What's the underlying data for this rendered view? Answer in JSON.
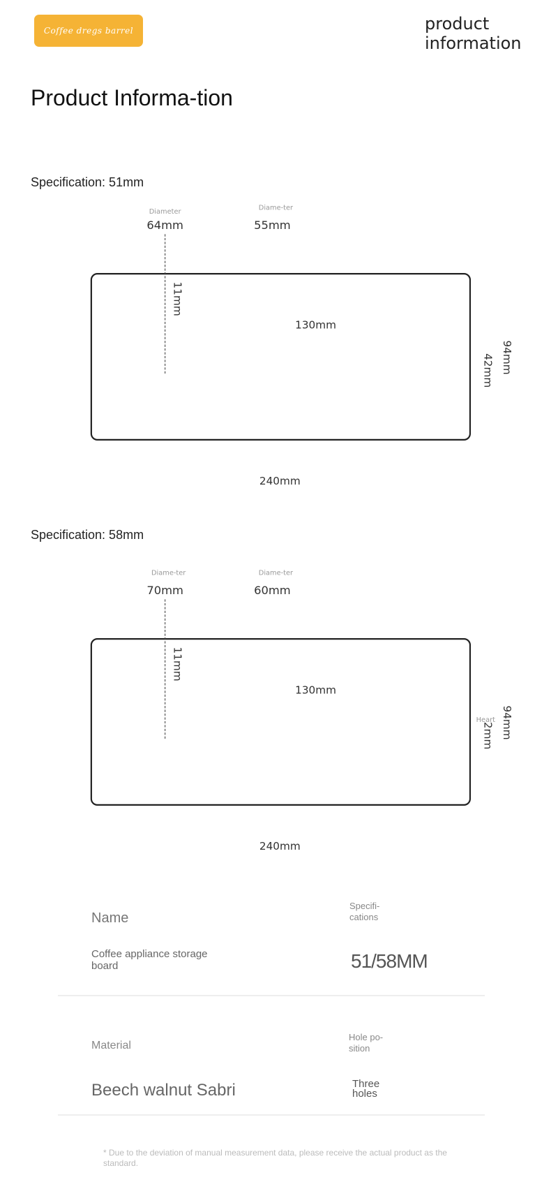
{
  "header": {
    "logo_text": "Coffee dregs barrel",
    "corner_title_line1": "product",
    "corner_title_line2": "information"
  },
  "title": "Product Informa-tion",
  "diagrams": [
    {
      "spec_label": "Specification: 51mm",
      "left_caption": "Diameter",
      "left_diameter": "64mm",
      "mid_caption": "Diame-ter",
      "mid_diameter": "55mm",
      "slot_height": "11mm",
      "slot_length": "130mm",
      "side_caption": "",
      "side_height": "42mm",
      "board_height": "94mm",
      "board_width": "240mm"
    },
    {
      "spec_label": "Specification: 58mm",
      "left_caption": "Diame-ter",
      "left_diameter": "70mm",
      "mid_caption": "Diame-ter",
      "mid_diameter": "60mm",
      "slot_height": "11mm",
      "slot_length": "130mm",
      "side_caption": "Heart",
      "side_height": "2mm",
      "board_height": "94mm",
      "board_width": "240mm"
    }
  ],
  "table": {
    "name_label": "Name",
    "name_value": "Coffee appliance storage board",
    "spec_label": "Specifi-cations",
    "spec_value": "51/58MM",
    "material_label": "Material",
    "material_value": "Beech walnut Sabri",
    "hole_label": "Hole po-sition",
    "hole_value": "Three holes"
  },
  "footnote": "* Due to the deviation of manual measurement data, please receive the actual product as the standard."
}
